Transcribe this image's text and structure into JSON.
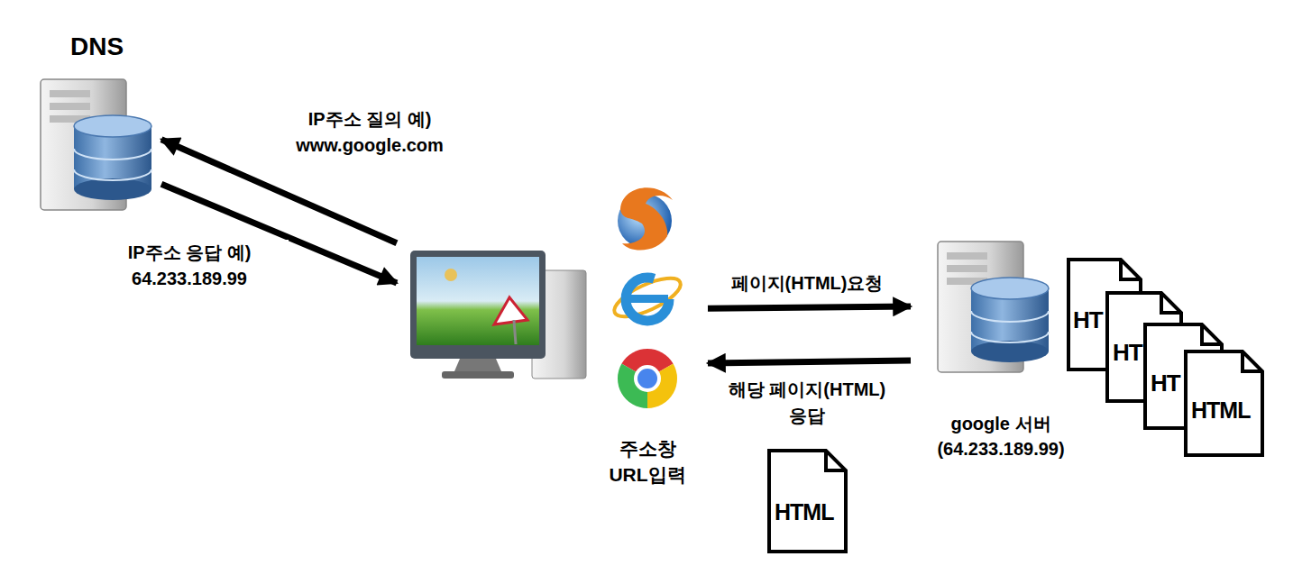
{
  "diagram": {
    "nodes": [
      {
        "text": [
          "DNS"
        ]
      },
      {
        "text": [
          "주소창 URL입력"
        ]
      },
      {
        "text": [
          "google 서버 (64.233.189.99)"
        ]
      }
    ],
    "edges": [
      {
        "from": 1,
        "to": 0,
        "arrow": "to",
        "label": "IP주소 질의 예) www.google.com"
      },
      {
        "from": 0,
        "to": 1,
        "arrow": "to",
        "label": "IP주소 응답 예) 64.233.189.99"
      },
      {
        "from": 1,
        "to": 2,
        "arrow": "to",
        "label": "페이지(HTML)요청"
      },
      {
        "from": 2,
        "to": 1,
        "arrow": "to",
        "label": "해당 페이지(HTML)응답"
      }
    ],
    "labels": [
      "HT",
      "HT",
      "HT",
      "HTML",
      "HTML"
    ]
  }
}
